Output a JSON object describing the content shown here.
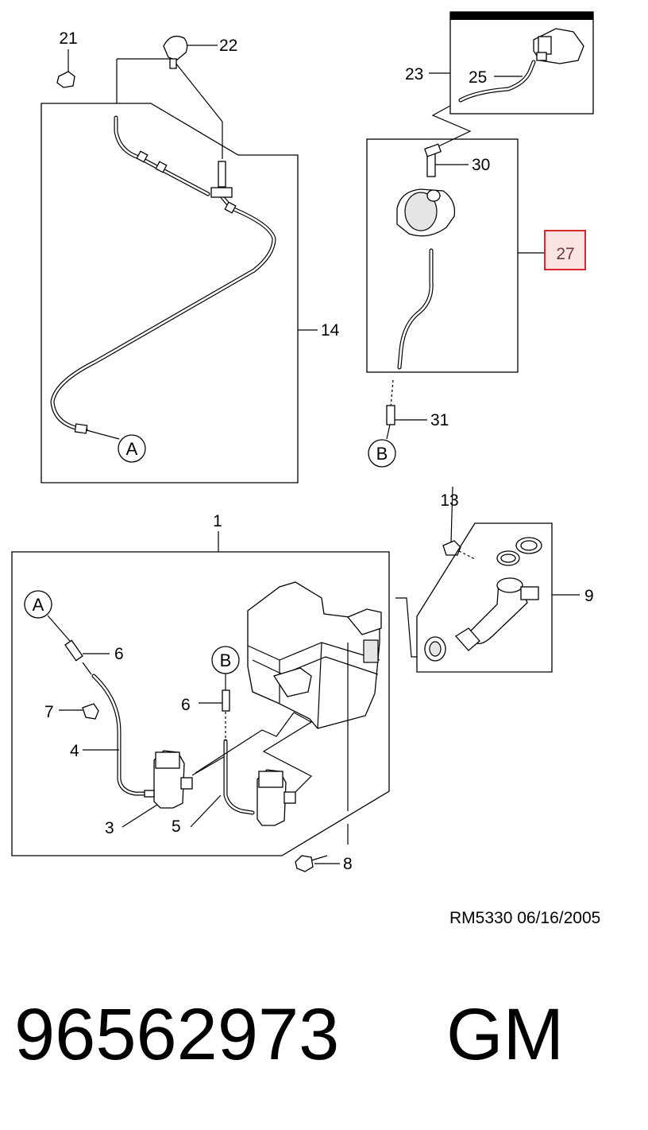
{
  "diagram": {
    "callouts": [
      {
        "id": "21",
        "text": "21"
      },
      {
        "id": "22",
        "text": "22"
      },
      {
        "id": "23",
        "text": "23"
      },
      {
        "id": "25",
        "text": "25"
      },
      {
        "id": "30",
        "text": "30"
      },
      {
        "id": "27",
        "text": "27"
      },
      {
        "id": "14",
        "text": "14"
      },
      {
        "id": "31",
        "text": "31"
      },
      {
        "id": "13",
        "text": "13"
      },
      {
        "id": "1",
        "text": "1"
      },
      {
        "id": "9",
        "text": "9"
      },
      {
        "id": "6a",
        "text": "6"
      },
      {
        "id": "6b",
        "text": "6"
      },
      {
        "id": "7",
        "text": "7"
      },
      {
        "id": "4",
        "text": "4"
      },
      {
        "id": "3",
        "text": "3"
      },
      {
        "id": "5",
        "text": "5"
      },
      {
        "id": "8",
        "text": "8"
      }
    ],
    "connectors": {
      "A_upper": "A",
      "B_upper": "B",
      "A_lower": "A",
      "B_lower": "B"
    },
    "highlight": {
      "callout": "27",
      "stroke": "#d9272e",
      "fill": "#fbe3e4"
    },
    "reference": "RM5330  06/16/2005"
  },
  "footer": {
    "part_number": "96562973",
    "brand": "GM"
  },
  "colors": {
    "ink": "#000000",
    "highlight_border": "#d9272e",
    "highlight_fill": "#fbe3e4"
  }
}
